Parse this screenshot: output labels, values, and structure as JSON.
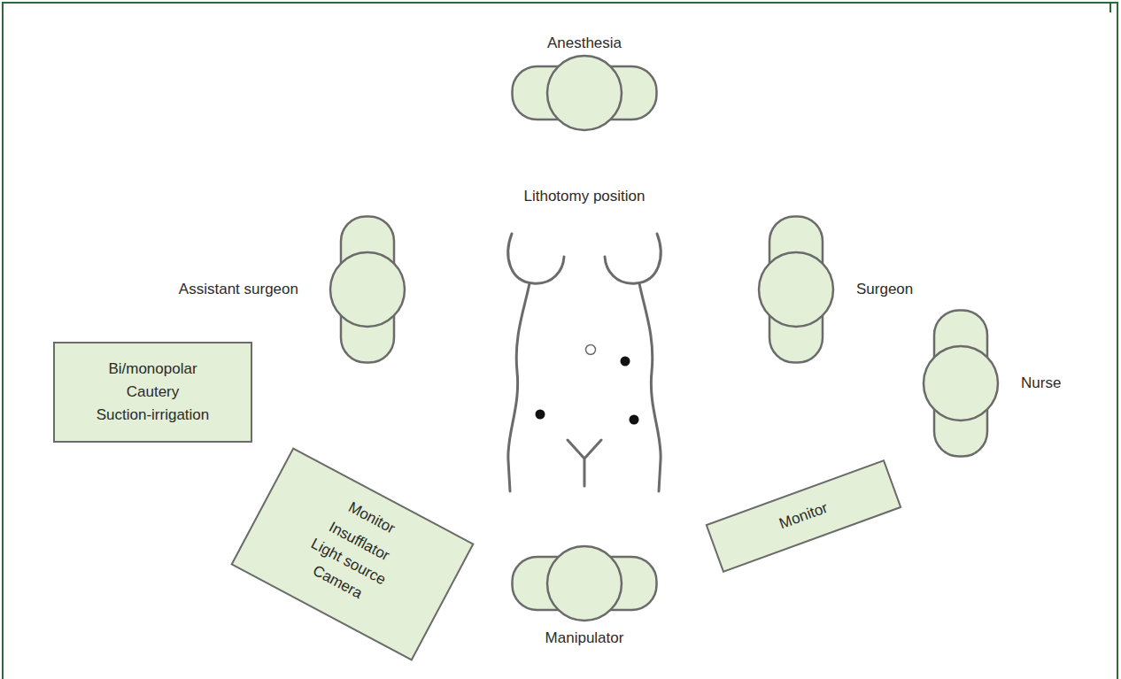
{
  "diagram": {
    "nodes": [
      {
        "text": [
          "Anesthesia"
        ]
      },
      {
        "text": [
          "Assistant surgeon"
        ]
      },
      {
        "text": [
          "Surgeon"
        ]
      },
      {
        "text": [
          "Nurse"
        ]
      },
      {
        "text": [
          "Bi/monopolar",
          "Cautery",
          "Suction-irrigation"
        ]
      },
      {
        "text": [
          "Monitor",
          "Insufflator",
          "Light source",
          "Camera"
        ]
      },
      {
        "text": [
          "Monitor"
        ]
      },
      {
        "text": [
          "Manipulator"
        ]
      }
    ],
    "labels": [
      "Lithotomy position"
    ]
  }
}
